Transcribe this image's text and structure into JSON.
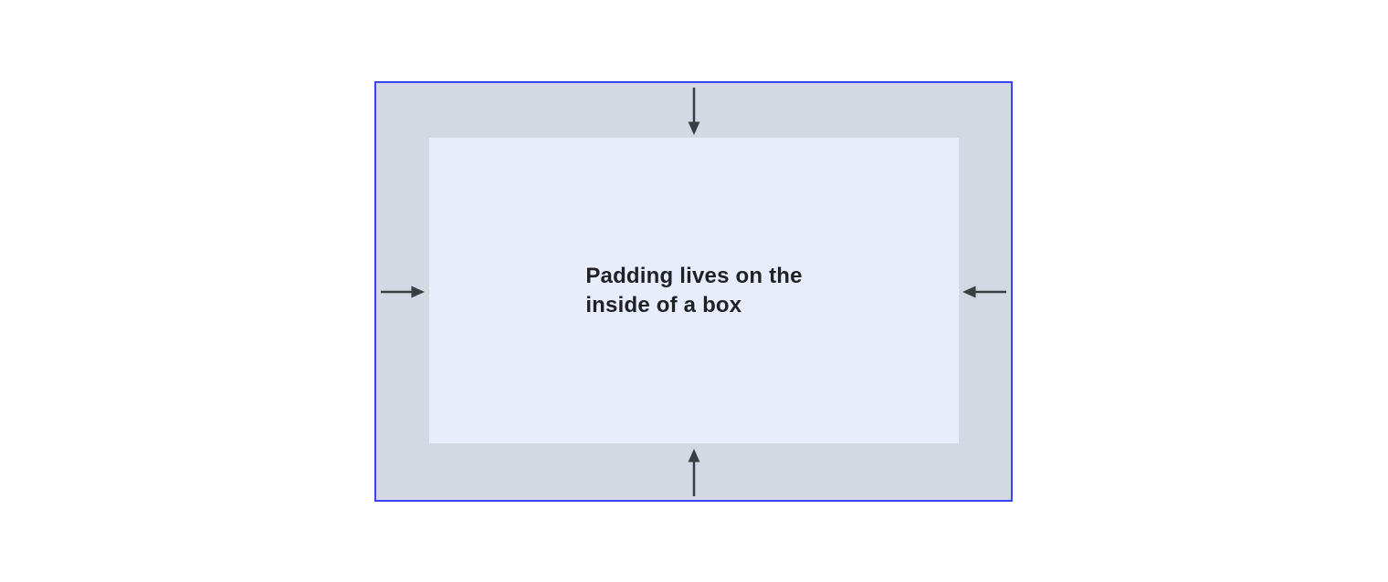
{
  "diagram": {
    "label_line1": "Padding lives on the",
    "label_line2": "inside of a box",
    "arrows": [
      {
        "side": "top",
        "icon": "arrow-down-icon",
        "direction": "down"
      },
      {
        "side": "bottom",
        "icon": "arrow-up-icon",
        "direction": "up"
      },
      {
        "side": "left",
        "icon": "arrow-right-icon",
        "direction": "right"
      },
      {
        "side": "right",
        "icon": "arrow-left-icon",
        "direction": "left"
      }
    ],
    "colors": {
      "border": "#3b44f0",
      "padding-area": "#d3d8e2",
      "content-area": "#e8edfb",
      "arrow": "#3a3d42",
      "text": "#1f2124"
    }
  }
}
